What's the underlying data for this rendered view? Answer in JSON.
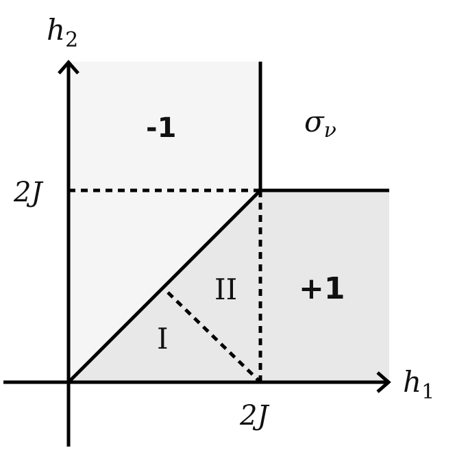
{
  "axes": {
    "x_label_base": "h",
    "x_label_sub": "1",
    "y_label_base": "h",
    "y_label_sub": "2",
    "x_tick": "2J",
    "y_tick": "2J"
  },
  "regions": {
    "upper_left": "-1",
    "upper_right_base": "σ",
    "upper_right_sub": "ν",
    "right": "+1",
    "region_one": "I",
    "region_two": "II"
  },
  "colors": {
    "light_fill": "#f5f5f5",
    "mid_fill": "#e8e8e8",
    "line": "#000000"
  }
}
